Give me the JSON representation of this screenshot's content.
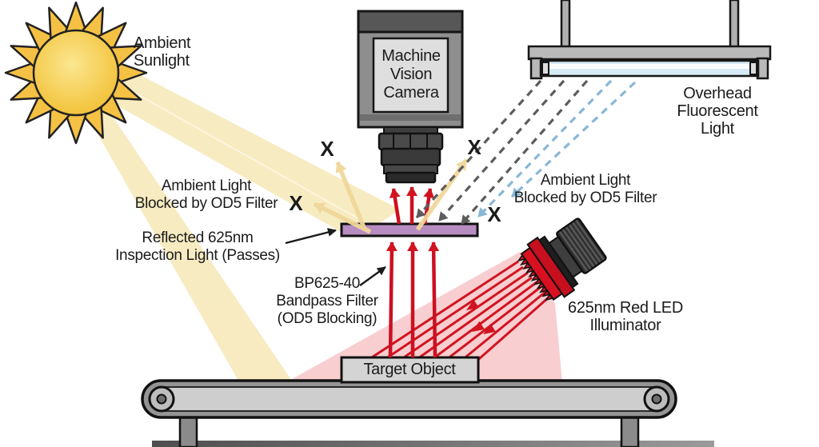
{
  "labels": {
    "ambient_sunlight": [
      "Ambient",
      "Sunlight"
    ],
    "camera": [
      "Machine",
      "Vision",
      "Camera"
    ],
    "overhead_light": [
      "Overhead",
      "Fluorescent",
      "Light"
    ],
    "blocked_left": [
      "Ambient Light",
      "Blocked by OD5 Filter"
    ],
    "blocked_right": [
      "Ambient Light",
      "Blocked by OD5 Filter"
    ],
    "reflected": [
      "Reflected 625nm",
      "Inspection Light (Passes)"
    ],
    "bandpass": [
      "BP625-40",
      "Bandpass Filter",
      "(OD5 Blocking)"
    ],
    "illuminator": [
      "625nm Red LED",
      "Illuminator"
    ],
    "target": "Target Object",
    "x_mark": "X"
  },
  "colors": {
    "sun_body": "#f6cf4a",
    "sun_spikes": "#f5c144",
    "sun_beam": "#f6e7b4",
    "yellow_arrow": "#f0d79b",
    "red_light": "#d01420",
    "red_beam_fill": "#f2a6ab",
    "filter_purple": "#b78cc0",
    "fluorescent_tube": "#d7ebf4",
    "dashed_gray": "#5c5c5c",
    "dashed_blue": "#88b7d6",
    "metal_gray": "#8e8e8e",
    "belt_gray": "#cecece"
  }
}
